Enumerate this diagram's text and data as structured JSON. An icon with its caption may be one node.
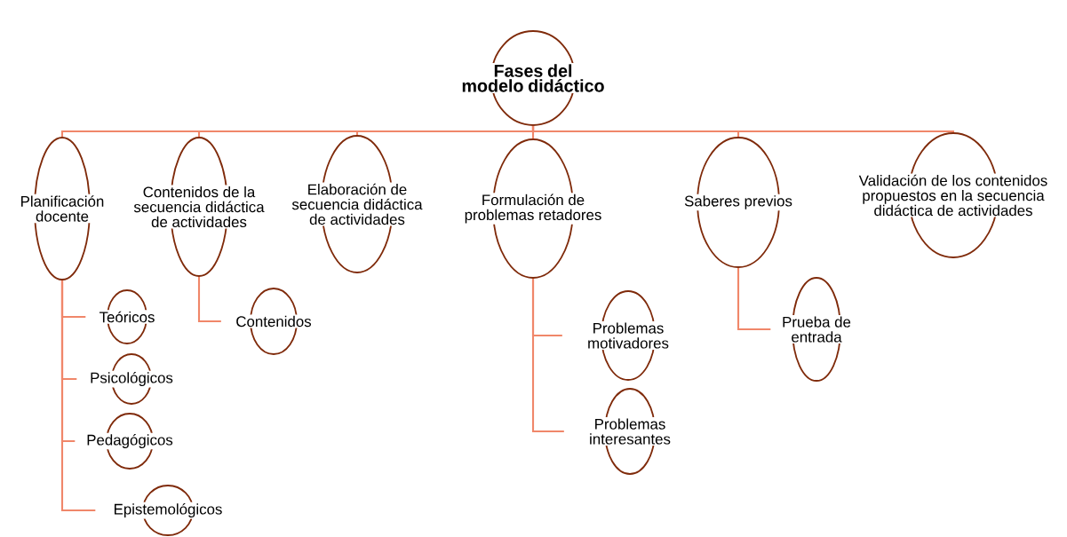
{
  "diagram": {
    "nodes": [
      {
        "text": [
          "Fases del modelo didáctico"
        ]
      },
      {
        "text": [
          "Planificación docente"
        ]
      },
      {
        "text": [
          "Contenidos de la secuencia didáctica de actividades"
        ]
      },
      {
        "text": [
          "Elaboración de secuencia didáctica de actividades"
        ]
      },
      {
        "text": [
          "Formulación de problemas retadores"
        ]
      },
      {
        "text": [
          "Saberes previos"
        ]
      },
      {
        "text": [
          "Validación de los contenidos propuestos en la secuencia didáctica de actividades"
        ]
      },
      {
        "text": [
          "Teóricos"
        ]
      },
      {
        "text": [
          "Psicológicos"
        ]
      },
      {
        "text": [
          "Pedagógicos"
        ]
      },
      {
        "text": [
          "Epistemológicos"
        ]
      },
      {
        "text": [
          "Contenidos"
        ]
      },
      {
        "text": [
          "Problemas motivadores"
        ]
      },
      {
        "text": [
          "Problemas interesantes"
        ]
      },
      {
        "text": [
          "Prueba de entrada"
        ]
      }
    ],
    "edges": [
      {
        "from": 0,
        "to": 1,
        "arrow": "none"
      },
      {
        "from": 0,
        "to": 2,
        "arrow": "none"
      },
      {
        "from": 0,
        "to": 3,
        "arrow": "none"
      },
      {
        "from": 0,
        "to": 4,
        "arrow": "none"
      },
      {
        "from": 0,
        "to": 5,
        "arrow": "none"
      },
      {
        "from": 0,
        "to": 6,
        "arrow": "none"
      },
      {
        "from": 1,
        "to": 7,
        "arrow": "none"
      },
      {
        "from": 1,
        "to": 8,
        "arrow": "none"
      },
      {
        "from": 1,
        "to": 9,
        "arrow": "none"
      },
      {
        "from": 1,
        "to": 10,
        "arrow": "none"
      },
      {
        "from": 2,
        "to": 11,
        "arrow": "none"
      },
      {
        "from": 4,
        "to": 12,
        "arrow": "none"
      },
      {
        "from": 4,
        "to": 13,
        "arrow": "none"
      },
      {
        "from": 5,
        "to": 14,
        "arrow": "none"
      }
    ]
  }
}
